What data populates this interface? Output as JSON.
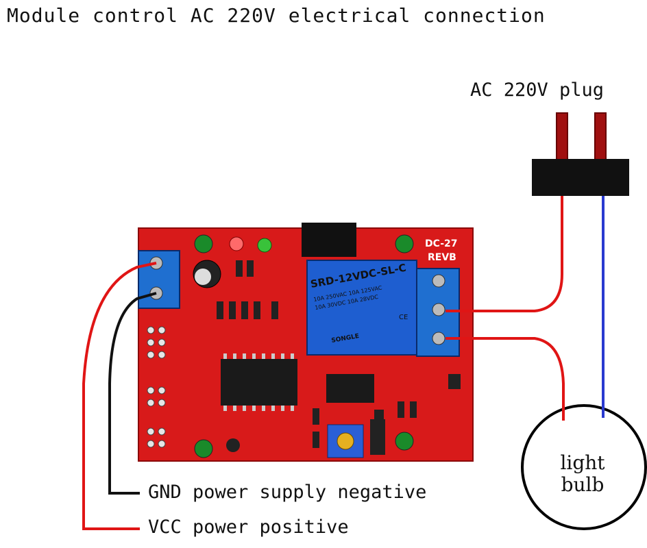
{
  "title": "Module control AC 220V electrical connection",
  "plug": {
    "label": "AC 220V plug"
  },
  "board": {
    "silkscreen_model": "DC-27",
    "silkscreen_rev": "REVB",
    "relay_model": "SRD-12VDC-SL-C",
    "relay_ratings": [
      "10A 250VAC  10A 125VAC",
      "10A 30VDC  10A 28VDC"
    ],
    "relay_brand": "SONGLE",
    "relay_cert": "CE"
  },
  "bulb": {
    "label_line1": "light",
    "label_line2": "bulb"
  },
  "callouts": {
    "gnd": "GND power supply negative",
    "vcc": "VCC power positive"
  },
  "colors": {
    "board": "#d81a1a",
    "relay": "#1e5ed0",
    "terminal": "#1f6fd0",
    "wire_red": "#e01515",
    "wire_black": "#111111",
    "wire_blue": "#2a3ad0"
  }
}
